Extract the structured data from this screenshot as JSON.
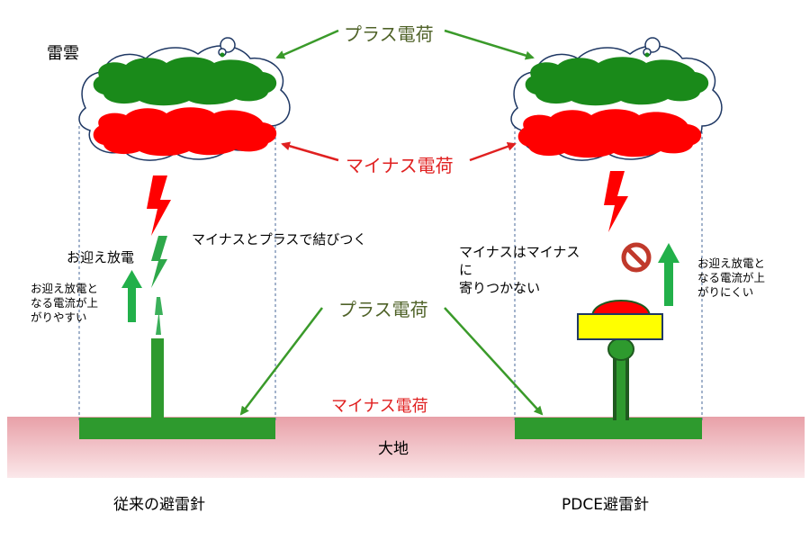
{
  "labels": {
    "thundercloud": "雷雲",
    "plus_charge_top": "プラス電荷",
    "minus_charge_cloud": "マイナス電荷",
    "combine_note": "マイナスとプラスで結びつく",
    "welcome_discharge": "お迎え放電",
    "left_note": [
      "お迎え放電と",
      "なる電流が上",
      "がりやすい"
    ],
    "pdce_note": [
      "マイナスはマイナス",
      "に",
      "寄りつかない"
    ],
    "right_note": [
      "お迎え放電と",
      "なる電流が上",
      "がりにくい"
    ],
    "plus_charge_mid": "プラス電荷",
    "minus_charge_ground": "マイナス電荷",
    "ground": "大地",
    "conventional_rod": "従来の避雷針",
    "pdce_rod": "PDCE避雷針"
  },
  "colors": {
    "plus_text": "#4f6228",
    "minus_text": "#e02020",
    "cloud_outline": "#1f3864",
    "plus_fill": "#1a8a1a",
    "minus_fill": "#ff0000",
    "ground_top": "#e8a0a8",
    "rod_green": "#2e9a2e",
    "arrow_green": "#22b04a",
    "pdce_cap_yellow": "#ffff00"
  },
  "icons": {
    "no_entry": "no-entry-icon",
    "lightning": "lightning-bolt-icon"
  }
}
